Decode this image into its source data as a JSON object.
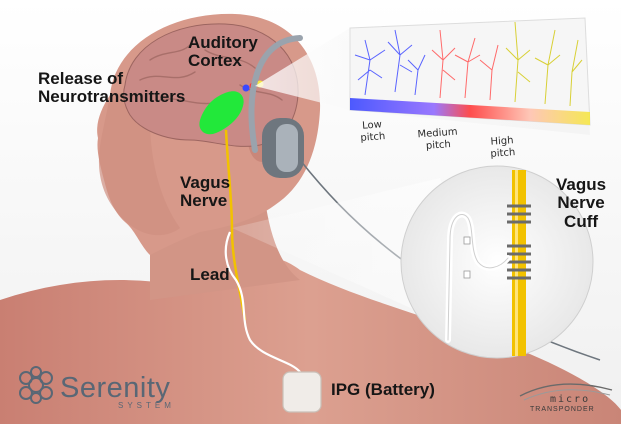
{
  "labels": {
    "auditory_cortex": "Auditory\nCortex",
    "release": "Release of\nNeurotransmitters",
    "vagus_nerve": "Vagus\nNerve",
    "lead": "Lead",
    "ipg": "IPG (Battery)",
    "vagus_nerve_cuff": "Vagus\nNerve\nCuff",
    "low_pitch": "Low\npitch",
    "medium_pitch": "Medium\npitch",
    "high_pitch": "High\npitch"
  },
  "logos": {
    "serenity": "Serenity",
    "serenity_sub": "SYSTEM",
    "micro": "micro",
    "transponder": "TRANSPONDER"
  },
  "colors": {
    "skin": "#d89a8a",
    "brain": "#c98a86",
    "neurotransmitter_green": "#22e83a",
    "nerve_yellow": "#f2c200",
    "low_pitch_blue": "#3a48ff",
    "medium_pitch_red": "#ff3a3a",
    "high_pitch_yellow": "#f5e642",
    "brand_gray": "#596775"
  }
}
